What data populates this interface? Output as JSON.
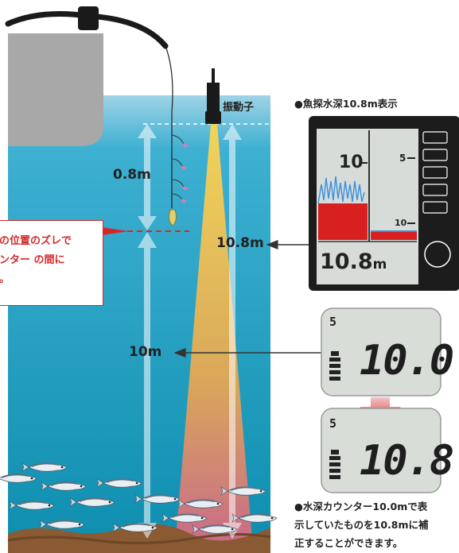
{
  "labels": {
    "transducer": "振動子",
    "offset_distance": "0.8m",
    "depth_full": "10.8m",
    "depth_counter": "10m"
  },
  "callout": {
    "line1": "の位置のズレで",
    "line2": "ンター の間に",
    "line3": "。"
  },
  "fishfinder": {
    "title": "●魚探水深10.8m表示",
    "scale_main": "10",
    "scale_top": "5",
    "scale_bottom": "10",
    "depth_value": "10.8",
    "depth_unit": "m"
  },
  "counter_before": {
    "small_digit": "5",
    "value": "10.0"
  },
  "counter_after": {
    "small_digit": "5",
    "value": "10.8"
  },
  "caption": {
    "line1": "●水深カウンター10.0mで表",
    "line2": "示していたものを10.8mに補",
    "line3": "正することができます。"
  },
  "colors": {
    "water": "#2ba3c6",
    "beam": "#e8c14a",
    "warning": "#d42828",
    "boat": "#a8a8a8",
    "lcd": "#d7dcd8"
  }
}
